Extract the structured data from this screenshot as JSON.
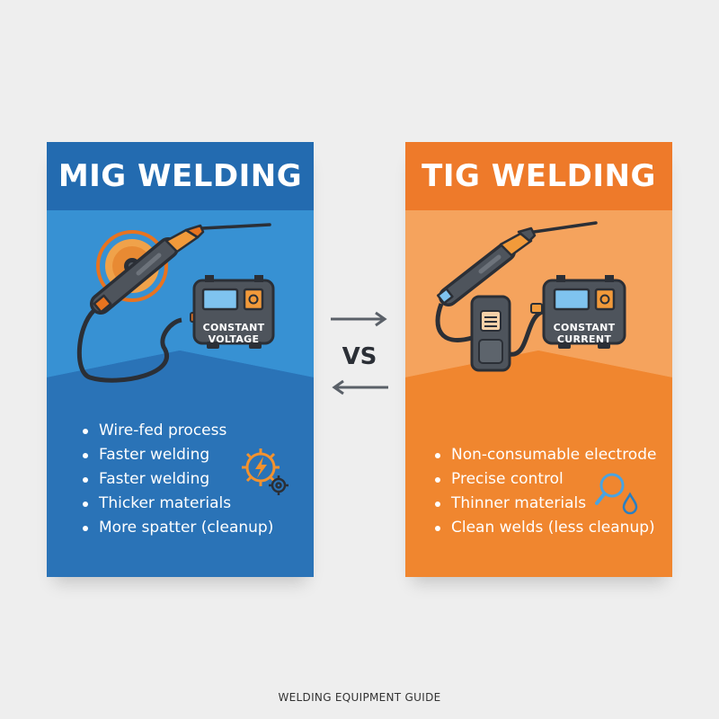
{
  "mig": {
    "title": "MIG WELDING",
    "machine_label_line1": "CONSTANT",
    "machine_label_line2": "VOLTAGE",
    "bullets": [
      "Wire-fed process",
      "Faster welding",
      "Faster welding",
      "Thicker materials",
      "More spatter (cleanup)"
    ],
    "side_icon": "gear-lightning-icon",
    "color": "#2f7fc4"
  },
  "tig": {
    "title": "TIG WELDING",
    "machine_label_line1": "CONSTANT",
    "machine_label_line2": "CURRENT",
    "bullets": [
      "Non-consumable electrode",
      "Precise control",
      "Thinner materials",
      "Clean welds (less cleanup)"
    ],
    "side_icon": "magnifier-droplet-icon",
    "color": "#f28a32"
  },
  "center": {
    "vs_label": "VS"
  },
  "footer": {
    "caption": "WELDING EQUIPMENT GUIDE"
  }
}
